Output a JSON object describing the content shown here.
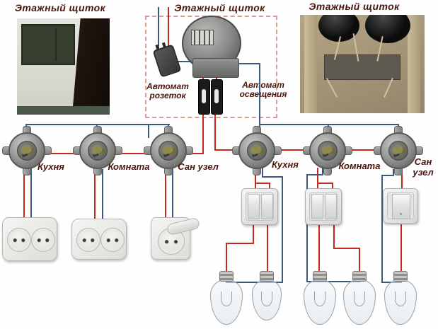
{
  "titles": {
    "left": "Этажный щиток",
    "center": "Этажный щиток",
    "right": "Этажный щиток"
  },
  "panel": {
    "breaker_sockets_line1": "Автомат",
    "breaker_sockets_line2": "розеток",
    "breaker_lighting_line1": "Автомат",
    "breaker_lighting_line2": "освещения"
  },
  "junction_labels": [
    {
      "text": "Кухня"
    },
    {
      "text": "Комната"
    },
    {
      "text": "Сан узел"
    },
    {
      "text": "Кухня"
    },
    {
      "text": "Комната"
    },
    {
      "text": "Сан",
      "text2": "узел"
    }
  ],
  "colors": {
    "phase_wire": "#c5281c",
    "neutral_wire": "#3c5a7c",
    "label_text": "#4b170d",
    "panel_dashed_border": "#d99c92"
  }
}
